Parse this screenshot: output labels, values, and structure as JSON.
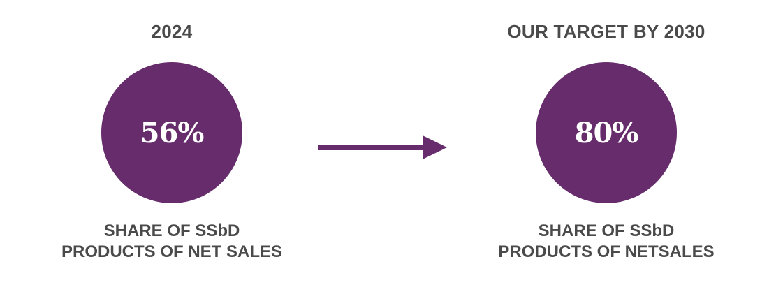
{
  "colors": {
    "circle": "#662c6b",
    "arrow": "#662c6b",
    "text": "#4a4a4a",
    "circle_text": "#ffffff"
  },
  "left": {
    "heading": "2024",
    "value": "56%",
    "caption_line1": "SHARE OF SSbD",
    "caption_line2": "PRODUCTS OF NET SALES"
  },
  "right": {
    "heading": "OUR TARGET BY 2030",
    "value": "80%",
    "caption_line1": "SHARE OF SSbD",
    "caption_line2": "PRODUCTS OF NETSALES"
  },
  "connector": {
    "icon": "right-arrow-icon"
  }
}
